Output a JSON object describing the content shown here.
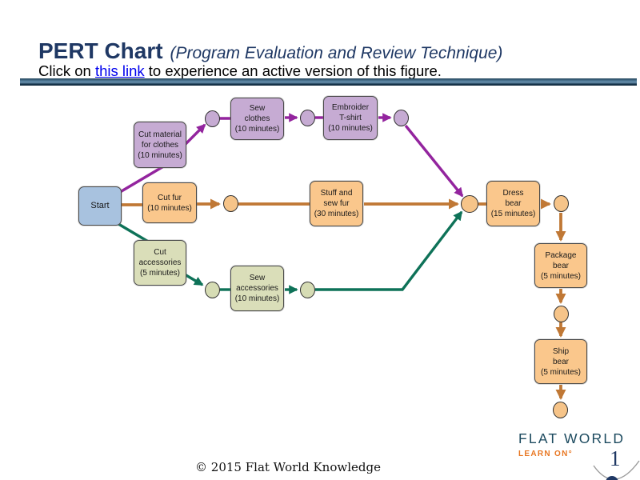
{
  "slide": {
    "title": "PERT Chart",
    "title_annotation": "(Program Evaluation and Review Technique)",
    "subtitle": {
      "prefix": "Click on",
      "link_text": "this link",
      "suffix": "to experience an active version of this figure."
    }
  },
  "diagram": {
    "type": "pert-network",
    "nodes": {
      "start": {
        "lines": [
          "Start"
        ]
      },
      "cut_material": {
        "lines": [
          "Cut material",
          "for clothes",
          "(10 minutes)"
        ]
      },
      "sew_clothes": {
        "lines": [
          "Sew",
          "clothes",
          "(10 minutes)"
        ]
      },
      "embroider": {
        "lines": [
          "Embroider",
          "T-shirt",
          "(10 minutes)"
        ]
      },
      "cut_fur": {
        "lines": [
          "Cut fur",
          "(10 minutes)"
        ]
      },
      "stuff_sew_fur": {
        "lines": [
          "Stuff and",
          "sew fur",
          "(30 minutes)"
        ]
      },
      "dress_bear": {
        "lines": [
          "Dress",
          "bear",
          "(15 minutes)"
        ]
      },
      "package_bear": {
        "lines": [
          "Package",
          "bear",
          "(5 minutes)"
        ]
      },
      "ship_bear": {
        "lines": [
          "Ship",
          "bear",
          "(5 minutes)"
        ]
      },
      "cut_accessories": {
        "lines": [
          "Cut",
          "accessories",
          "(5 minutes)"
        ]
      },
      "sew_accessories": {
        "lines": [
          "Sew",
          "accessories",
          "(10 minutes)"
        ]
      }
    },
    "edges": [
      {
        "from": "start",
        "to": "cut_material",
        "color": "purple"
      },
      {
        "from": "cut_material",
        "to": "event_1",
        "color": "purple"
      },
      {
        "from": "event_1",
        "to": "sew_clothes",
        "color": "purple"
      },
      {
        "from": "sew_clothes",
        "to": "event_2",
        "color": "purple"
      },
      {
        "from": "event_2",
        "to": "embroider",
        "color": "purple"
      },
      {
        "from": "embroider",
        "to": "event_3",
        "color": "purple"
      },
      {
        "from": "event_3",
        "to": "event_merge",
        "color": "purple"
      },
      {
        "from": "start",
        "to": "cut_fur",
        "color": "orange"
      },
      {
        "from": "cut_fur",
        "to": "event_4",
        "color": "orange"
      },
      {
        "from": "event_4",
        "to": "stuff_sew_fur",
        "color": "orange"
      },
      {
        "from": "stuff_sew_fur",
        "to": "event_merge",
        "color": "orange"
      },
      {
        "from": "event_merge",
        "to": "dress_bear",
        "color": "orange"
      },
      {
        "from": "dress_bear",
        "to": "event_5",
        "color": "orange"
      },
      {
        "from": "event_5",
        "to": "package_bear",
        "color": "orange"
      },
      {
        "from": "package_bear",
        "to": "event_6",
        "color": "orange"
      },
      {
        "from": "event_6",
        "to": "ship_bear",
        "color": "orange"
      },
      {
        "from": "ship_bear",
        "to": "event_end",
        "color": "orange"
      },
      {
        "from": "start",
        "to": "cut_accessories",
        "color": "teal"
      },
      {
        "from": "cut_accessories",
        "to": "event_7",
        "color": "teal"
      },
      {
        "from": "event_7",
        "to": "sew_accessories",
        "color": "teal"
      },
      {
        "from": "sew_accessories",
        "to": "event_8",
        "color": "teal"
      },
      {
        "from": "event_8",
        "to": "event_merge",
        "color": "teal"
      }
    ],
    "colors": {
      "task_purple": "#C6ABD3",
      "task_orange": "#FAC78C",
      "task_green": "#DADEB9",
      "start_blue": "#A8C2DF",
      "arrow_purple": "#93249E",
      "arrow_orange": "#C07835",
      "arrow_teal": "#0E7258"
    }
  },
  "footer": {
    "copyright": "© 2015 Flat World Knowledge",
    "logo_line1": "FLAT WORLD",
    "logo_line2": "LEARN ON°",
    "page_number": "1"
  },
  "theme": {
    "title_navy": "#1F3864",
    "link_blue": "#0000EE",
    "divider_steel_blue": "#4F7896",
    "logo_navy": "#1C4A5F",
    "logo_orange": "#E87722"
  }
}
